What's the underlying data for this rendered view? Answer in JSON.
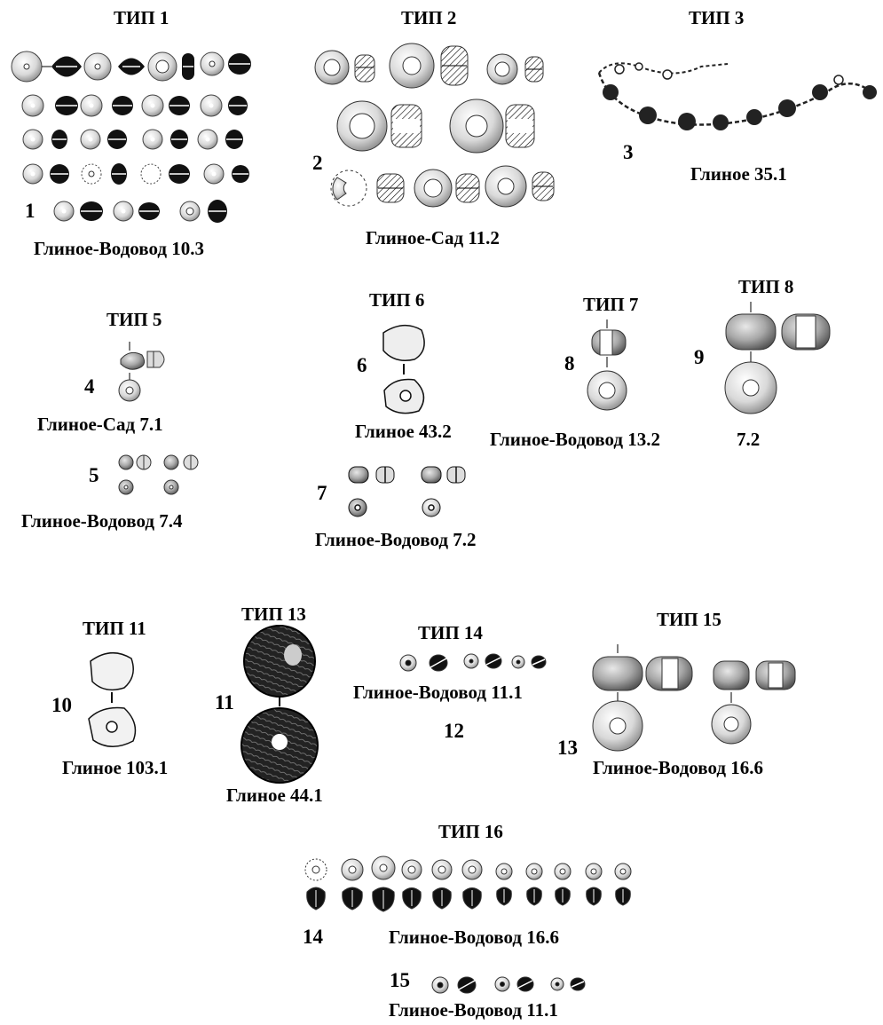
{
  "groups": [
    {
      "type_label": "ТИП 1",
      "number": "1",
      "site": "Глиное-Водовод 10.3"
    },
    {
      "type_label": "ТИП 2",
      "number": "2",
      "site": "Глиное-Сад 11.2"
    },
    {
      "type_label": "ТИП 3",
      "number": "3",
      "site": "Глиное 35.1"
    },
    {
      "type_label": "ТИП 5",
      "number": "4",
      "site": "Глиное-Сад 7.1"
    },
    {
      "number": "5",
      "site": "Глиное-Водовод 7.4"
    },
    {
      "type_label": "ТИП 6",
      "number": "6",
      "site": "Глиное 43.2"
    },
    {
      "number": "7",
      "site": "Глиное-Водовод 7.2"
    },
    {
      "type_label": "ТИП 7",
      "number": "8",
      "site": "Глиное-Водовод 13.2"
    },
    {
      "type_label": "ТИП 8",
      "number": "9",
      "site": "7.2"
    },
    {
      "type_label": "ТИП 11",
      "number": "10",
      "site": "Глиное 103.1"
    },
    {
      "type_label": "ТИП 13",
      "number": "11",
      "site": "Глиное 44.1"
    },
    {
      "type_label": "ТИП 14",
      "number": "12",
      "site": "Глиное-Водовод 11.1"
    },
    {
      "type_label": "ТИП 15",
      "number": "13",
      "site": "Глиное-Водовод 16.6"
    },
    {
      "type_label": "ТИП 16",
      "number": "14",
      "site": "Глиное-Водовод 16.6"
    },
    {
      "number": "15",
      "site": "Глиное-Водовод 11.1"
    }
  ]
}
